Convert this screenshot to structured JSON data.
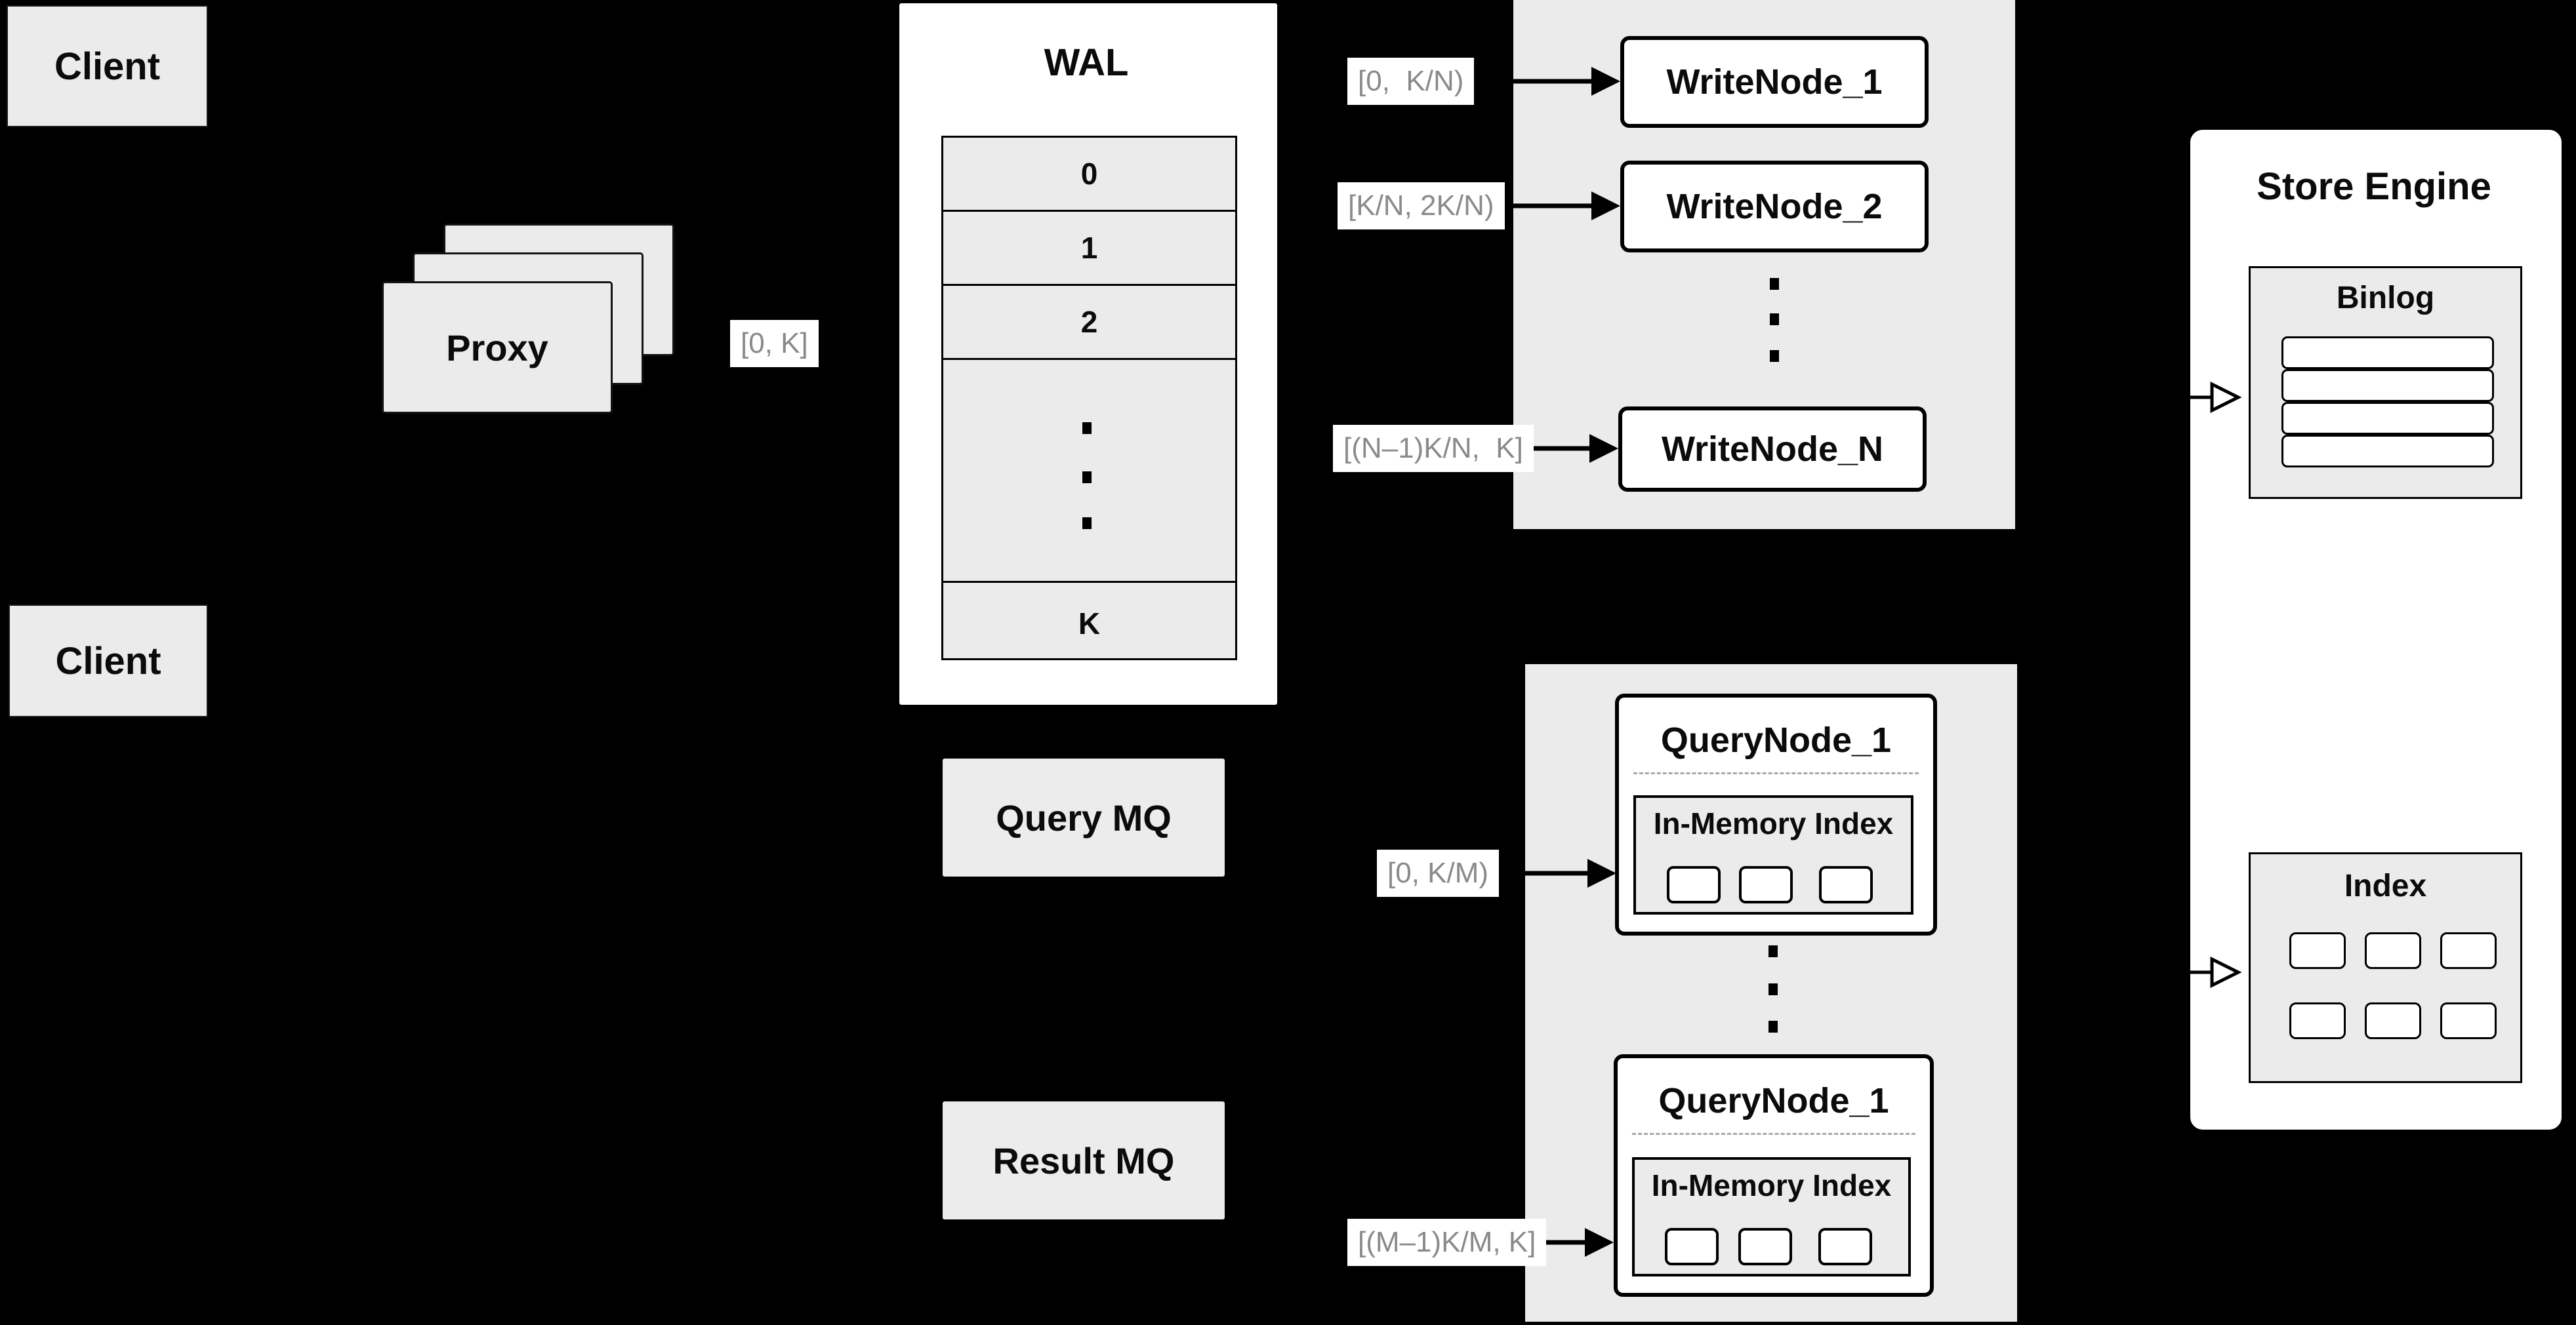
{
  "diagram": {
    "clients": {
      "top": "Client",
      "bottom": "Client"
    },
    "proxy": {
      "label": "Proxy"
    },
    "ranges": {
      "proxy_to_wal": "[0, K]",
      "write": [
        "[0,  K/N)",
        "[K/N, 2K/N)",
        "[(N–1)K/N,  K]"
      ],
      "query": [
        "[0, K/M)",
        "[(M–1)K/M, K]"
      ]
    },
    "wal": {
      "title": "WAL",
      "rows": [
        "0",
        "1",
        "2"
      ],
      "last_row": "K"
    },
    "write_nodes": [
      "WriteNode_1",
      "WriteNode_2",
      "WriteNode_N"
    ],
    "query_nodes": {
      "top_title": "QueryNode_1",
      "bottom_title": "QueryNode_1",
      "inner_title": "In-Memory Index"
    },
    "mq": {
      "query": "Query MQ",
      "result": "Result MQ"
    },
    "store_engine": {
      "title": "Store Engine",
      "binlog_title": "Binlog",
      "index_title": "Index"
    },
    "colors": {
      "background": "#000000",
      "panel": "#ebebeb",
      "node_fill": "#ffffff",
      "range_text": "#8a8a8a",
      "line": "#000000"
    }
  }
}
